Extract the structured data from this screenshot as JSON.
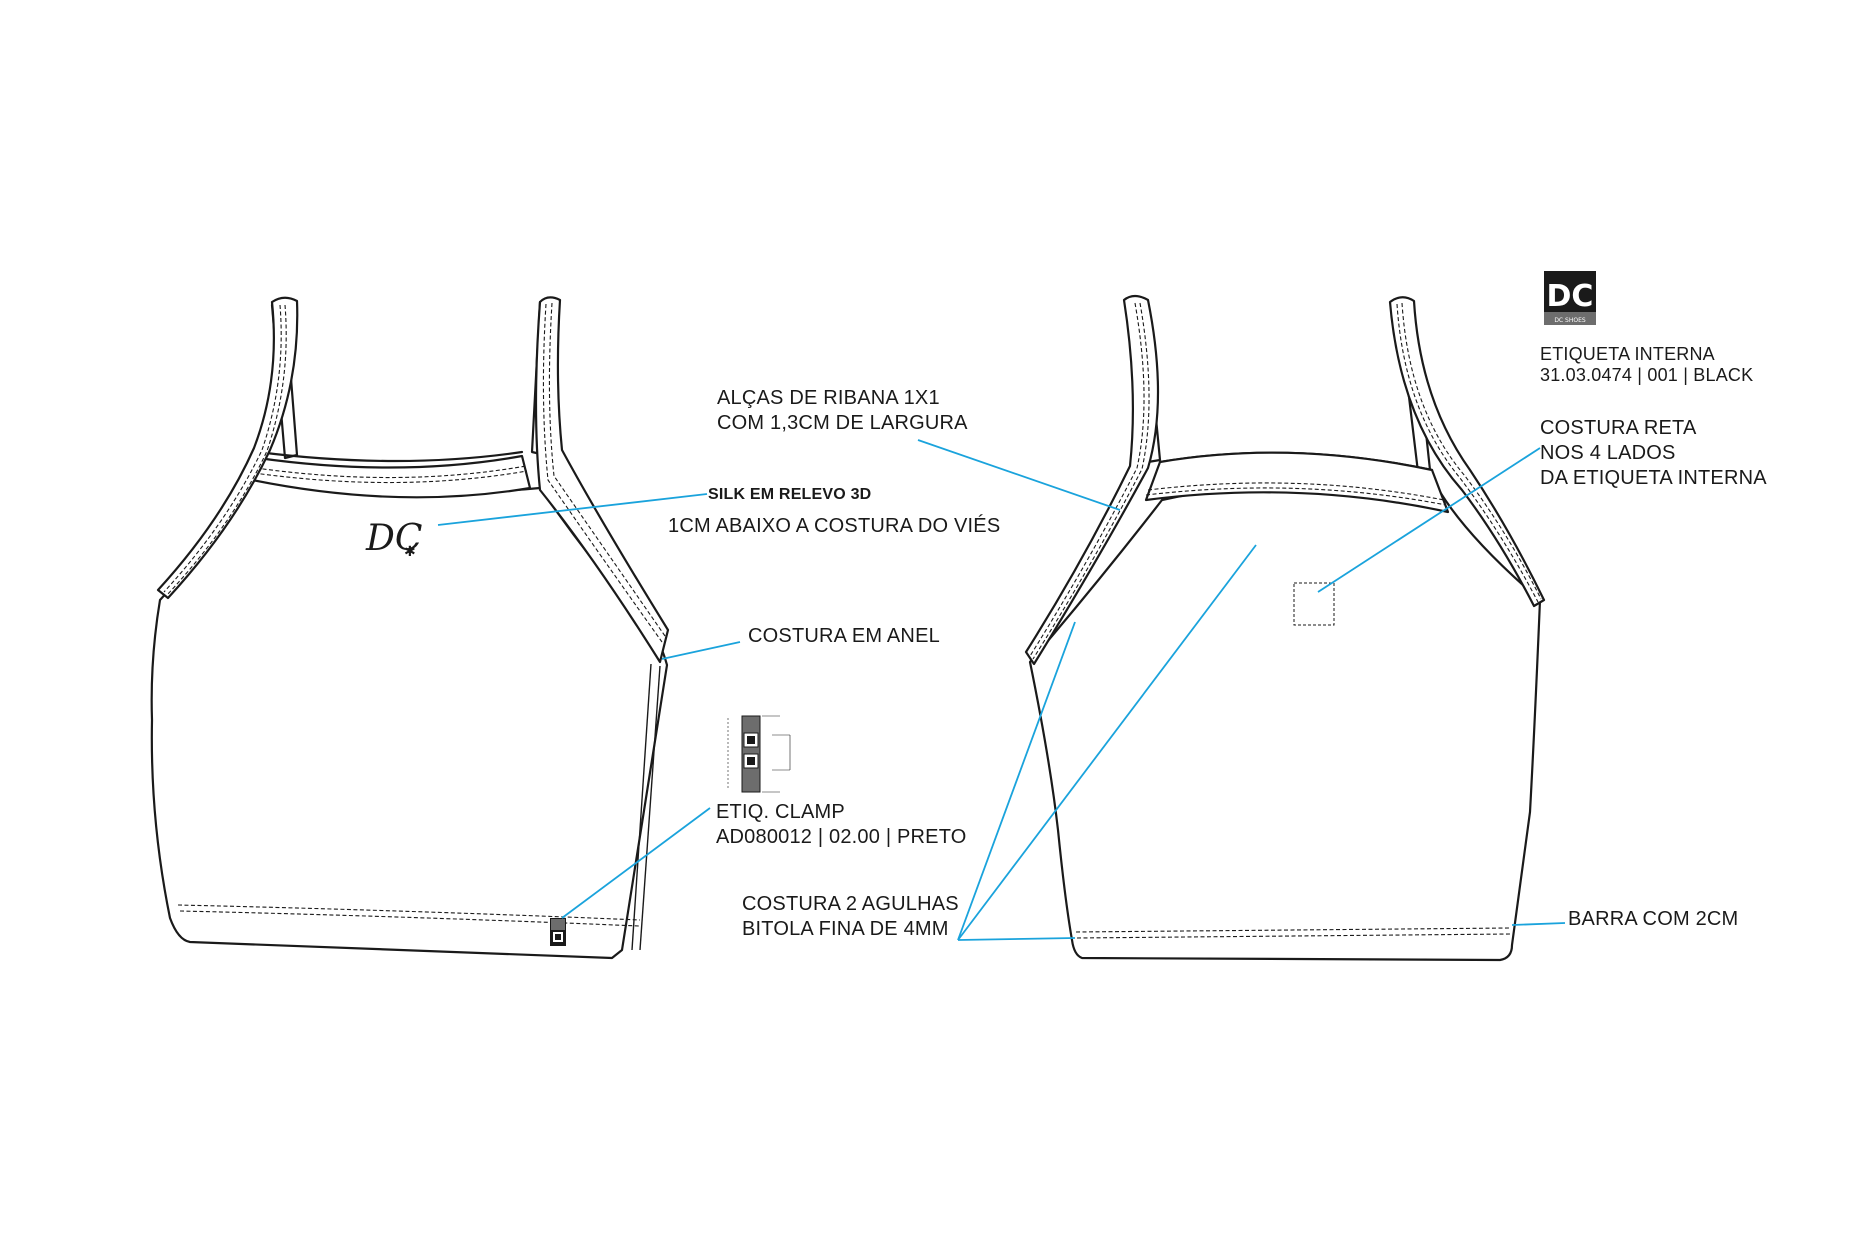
{
  "labels": {
    "alcas_line1": "ALÇAS  DE RIBANA 1X1",
    "alcas_line2": "COM 1,3CM DE LARGURA",
    "silk_title": "SILK EM RELEVO 3D",
    "silk_note": "1CM ABAIXO A COSTURA DO VIÉS",
    "costura_anel": "COSTURA EM ANEL",
    "etiq_clamp_line1": "ETIQ. CLAMP",
    "etiq_clamp_line2": "AD080012 | 02.00 | PRETO",
    "costura_agulhas_line1": "COSTURA 2 AGULHAS",
    "costura_agulhas_line2": "BITOLA FINA DE 4MM",
    "etiqueta_interna_line1": "ETIQUETA INTERNA",
    "etiqueta_interna_line2": "31.03.0474 | 001 | BLACK",
    "costura_reta_line1": "COSTURA RETA",
    "costura_reta_line2": "NOS 4 LADOS",
    "costura_reta_line3": "DA ETIQUETA INTERNA",
    "barra": "BARRA COM 2CM"
  },
  "logo_text": "DC",
  "label_logo_text": "DC SHOES",
  "colors": {
    "leader": "#1aa3dc",
    "outline": "#1a1a1a",
    "label_gray": "#6d6d6d"
  }
}
